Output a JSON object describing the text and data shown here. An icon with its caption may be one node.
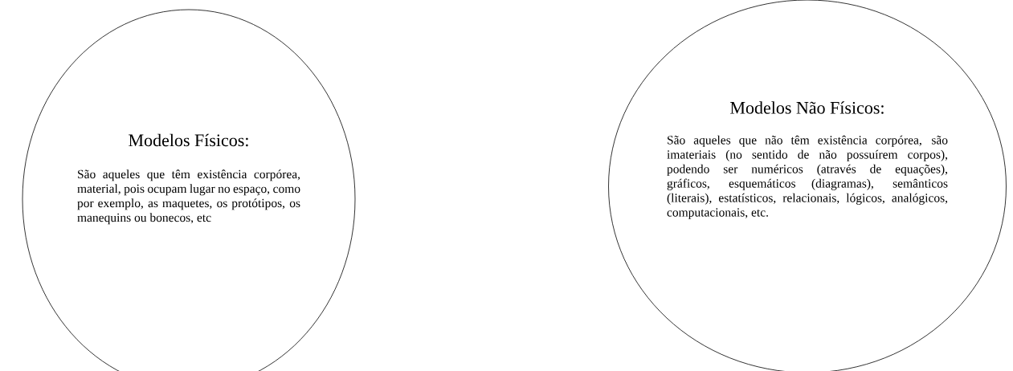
{
  "diagram": {
    "nodes": [
      {
        "text": [
          "Modelos Físicos:",
          "São aqueles que têm existência corpórea, material, pois ocupam lugar no espaço, como por exemplo, as maquetes, os protótipos, os manequins ou bonecos, etc"
        ]
      },
      {
        "text": [
          "Modelos Não Físicos:",
          "São aqueles que não têm existência corpórea, são imateriais (no sentido de não possuírem corpos), podendo ser numéricos (através de equações), gráficos, esquemáticos (diagramas), semânticos (literais), estatísticos, relacionais, lógicos, analógicos, computacionais, etc."
        ]
      }
    ]
  }
}
